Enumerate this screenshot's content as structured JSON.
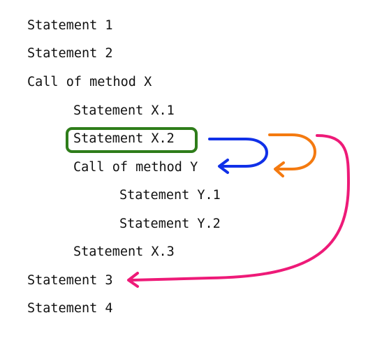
{
  "lines": [
    {
      "text": "Statement 1",
      "depth": 0
    },
    {
      "text": "Statement 2",
      "depth": 0
    },
    {
      "text": "Call of method X",
      "depth": 0
    },
    {
      "text": "Statement X.1",
      "depth": 1
    },
    {
      "text": "Statement X.2",
      "depth": 1
    },
    {
      "text": "Call of method Y",
      "depth": 1
    },
    {
      "text": "Statement Y.1",
      "depth": 2
    },
    {
      "text": "Statement Y.2",
      "depth": 2
    },
    {
      "text": "Statement X.3",
      "depth": 1
    },
    {
      "text": "Statement 3",
      "depth": 0
    },
    {
      "text": "Statement 4",
      "depth": 0
    }
  ],
  "highlight": {
    "line_index": 4,
    "color": "#2e7d1a"
  },
  "arrows": [
    {
      "name": "blue-arrow",
      "color": "#1030e8",
      "from_line": 4,
      "to_line": 5
    },
    {
      "name": "orange-arrow",
      "color": "#f47a10",
      "from_line": 4,
      "to_line": 5
    },
    {
      "name": "magenta-arrow",
      "color": "#ee1a78",
      "from_line": 4,
      "to_line": 9
    }
  ]
}
